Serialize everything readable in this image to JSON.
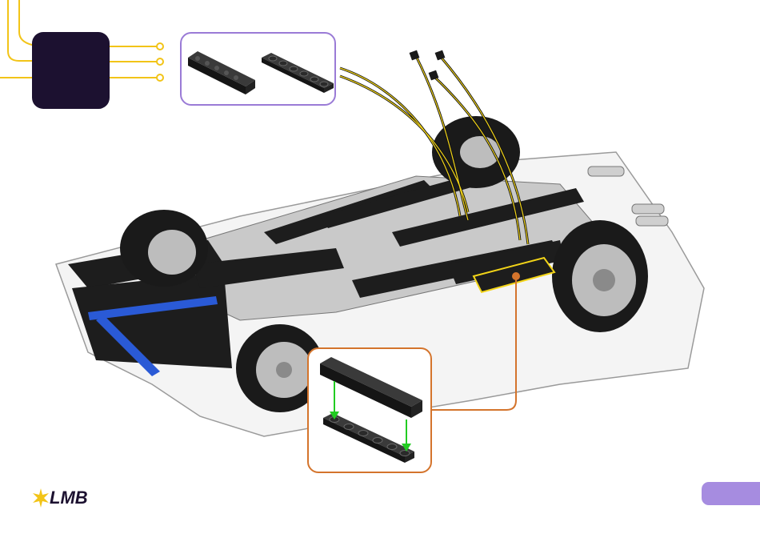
{
  "brand": {
    "logo_text": "LMB",
    "accent_color": "#f2c418",
    "dark_color": "#1c1130"
  },
  "step_badge": {
    "number": ""
  },
  "parts_panel": {
    "border_color": "#9a7bd6",
    "parts": [
      {
        "name": "black-technic-beam-1x6",
        "color": "#1e1e1e"
      },
      {
        "name": "black-plate-1x6",
        "color": "#1e1e1e"
      }
    ]
  },
  "callout": {
    "border_color": "#d4742c",
    "arrow_color": "#22cc22"
  },
  "page_tab": {
    "color": "#a68ce0",
    "page_number": ""
  }
}
